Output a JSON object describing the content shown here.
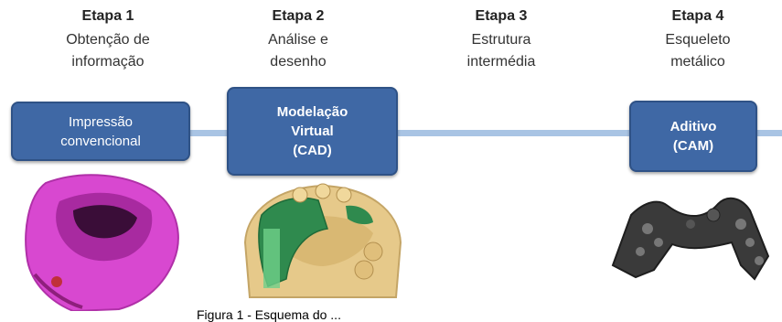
{
  "stages": [
    {
      "title": "Etapa 1",
      "desc_lines": [
        "Obtenção de",
        "informação"
      ]
    },
    {
      "title": "Etapa 2",
      "desc_lines": [
        "Análise e",
        "desenho"
      ]
    },
    {
      "title": "Etapa 3",
      "desc_lines": [
        "Estrutura",
        "intermédia"
      ]
    },
    {
      "title": "Etapa 4",
      "desc_lines": [
        "Esqueleto",
        "metálico"
      ]
    }
  ],
  "boxes": [
    {
      "lines": [
        "Impressão",
        "convencional"
      ]
    },
    {
      "lines": [
        "Modelação",
        "Virtual",
        "(CAD)"
      ]
    },
    {
      "lines": [
        "Aditivo",
        "(CAM)"
      ]
    }
  ],
  "caption": "Figura 1 - Esquema do ...",
  "colors": {
    "box_fill": "#3f68a5",
    "box_border": "#2f5286",
    "connector": "#a9c4e4",
    "impression": "#d848d0",
    "model_plaster": "#e6c98a",
    "cad_framework": "#2f8a4e",
    "metal": "#3a3a3a"
  }
}
